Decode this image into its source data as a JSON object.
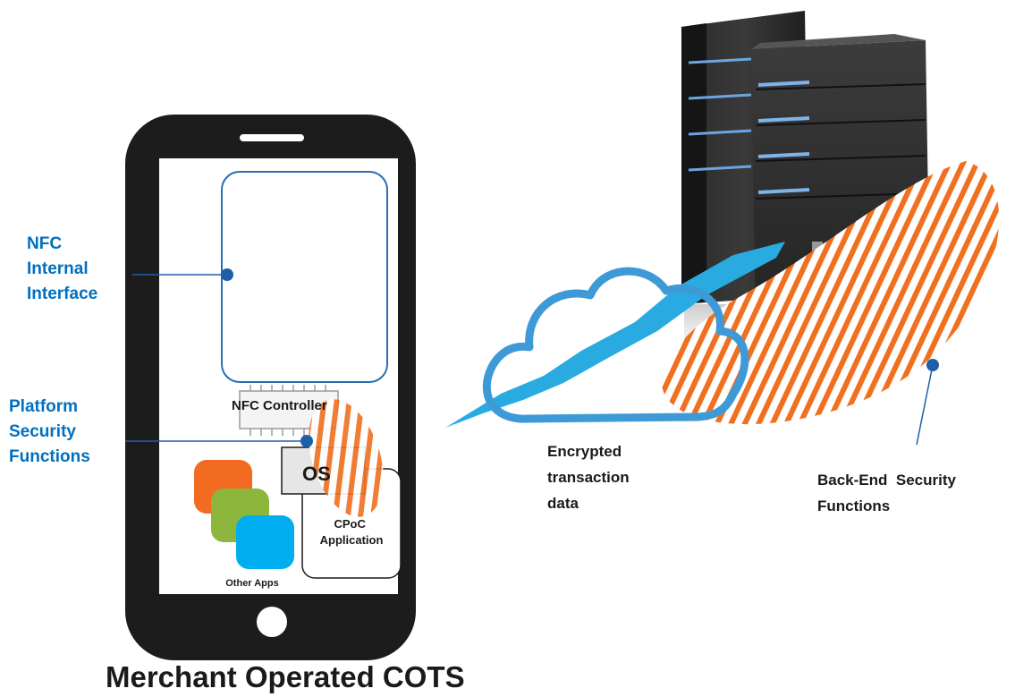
{
  "labels": {
    "nfc_interface": [
      "NFC",
      "Internal",
      "Interface"
    ],
    "platform_security": [
      "Platform",
      "Security",
      "Functions"
    ],
    "nfc_controller": "NFC Controller",
    "os": "OS",
    "cpoc_app": [
      "CPoC",
      "Application"
    ],
    "other_apps": "Other Apps",
    "encrypted": [
      "Encrypted",
      "transaction",
      "data"
    ],
    "backend_security": [
      "Back-End  Security",
      "Functions"
    ],
    "device_caption": "Merchant Operated COTS"
  },
  "colors": {
    "label_blue": "#0070c0",
    "hatch_orange": "#f07020",
    "phone_body": "#1c1c1c",
    "cloud_stroke": "#3e9ad6",
    "beam": "#29abe2",
    "app_orange": "#f26b21",
    "app_green": "#8cb63c",
    "app_blue": "#00aeef"
  },
  "icons": [
    "smartphone-icon",
    "server-tower-icon",
    "cloud-icon",
    "chip-icon",
    "app-tile-icon"
  ]
}
